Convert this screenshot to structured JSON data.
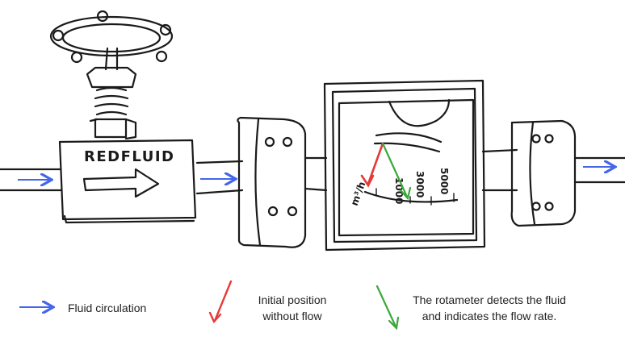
{
  "diagram": {
    "valve_label": "REDFLUID",
    "scale_labels": [
      "1000",
      "3000",
      "5000"
    ],
    "unit_label": "m³/h"
  },
  "legend": {
    "fluid_circulation": "Fluid circulation",
    "initial_position_line1": "Initial position",
    "initial_position_line2": "without flow",
    "rotameter_line1": "The rotameter detects the fluid",
    "rotameter_line2": "and indicates the flow rate."
  },
  "colors": {
    "flow_arrow": "#4466e8",
    "initial_needle": "#e63a3a",
    "flow_needle": "#3aa83a",
    "ink": "#1a1a1a"
  },
  "icons": [
    "flow-arrow-icon",
    "red-needle-icon",
    "green-needle-icon"
  ]
}
